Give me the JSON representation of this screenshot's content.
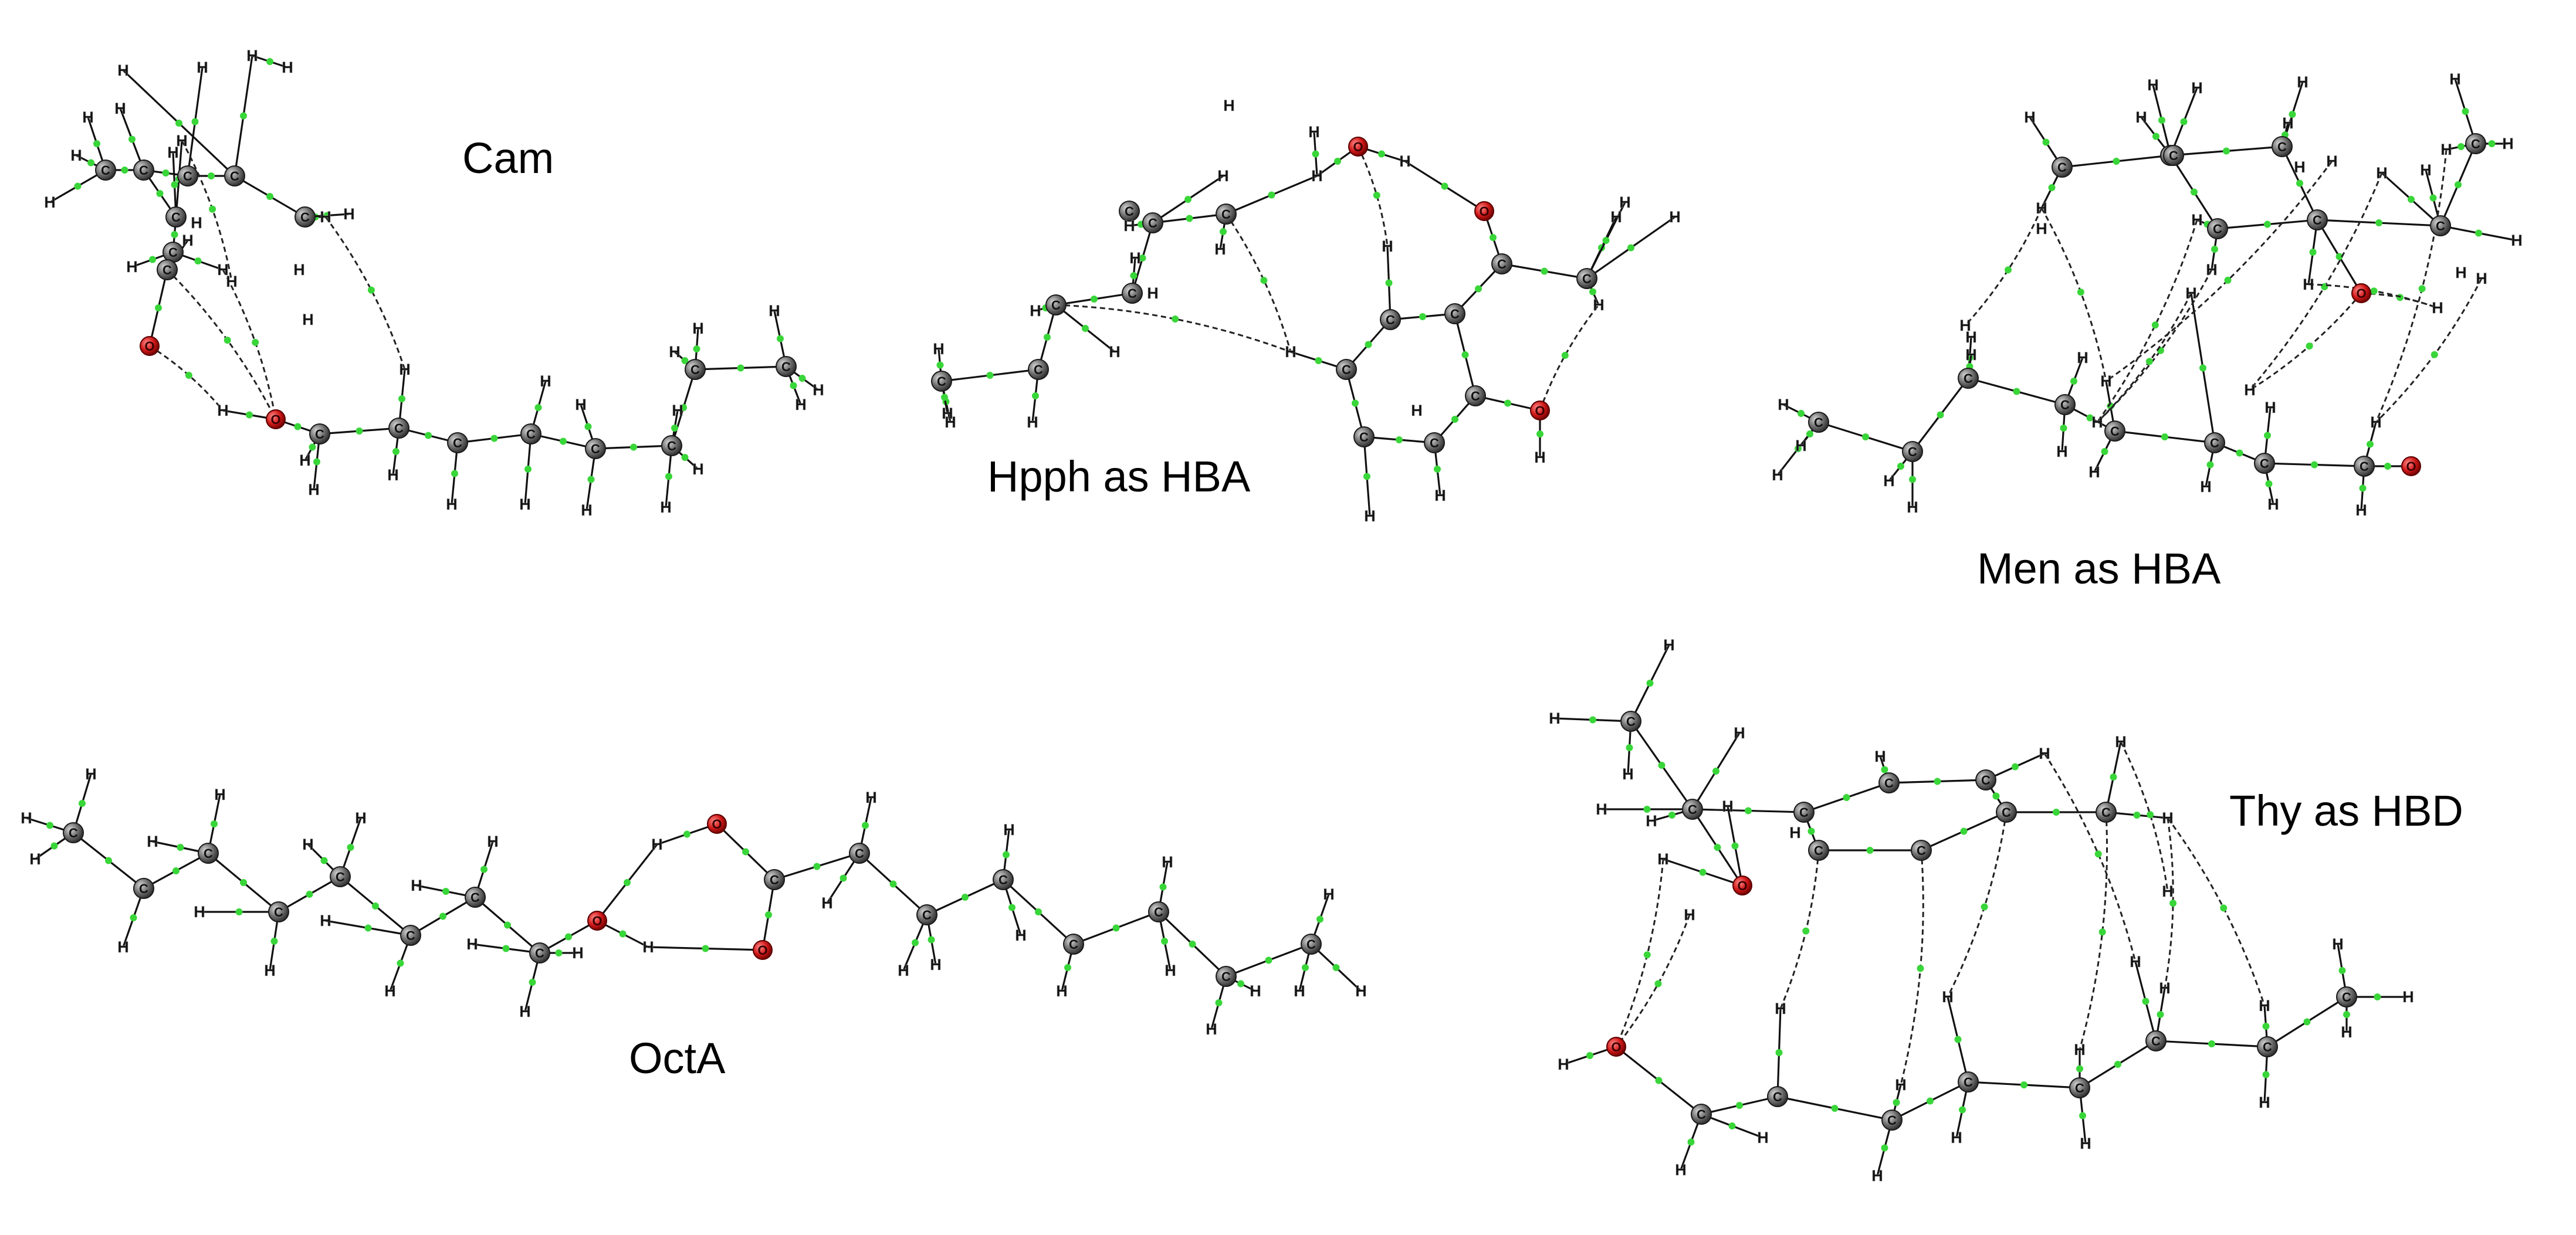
{
  "panels": [
    {
      "key": "cam",
      "label": "Cam"
    },
    {
      "key": "hpph",
      "label": "Hpph as HBA"
    },
    {
      "key": "men",
      "label": "Men as HBA"
    },
    {
      "key": "octa",
      "label": "OctA"
    },
    {
      "key": "thy",
      "label": "Thy as HBD"
    }
  ],
  "atom_symbols": {
    "carbon": "C",
    "oxygen": "O",
    "hydrogen": "H"
  },
  "colors": {
    "carbon": "#5a5a5a",
    "oxygen": "#c41a1a",
    "hydrogen_text": "#111111",
    "bond": "#111111",
    "bond_critical_point": "#39d639",
    "hbond": "#222222"
  }
}
